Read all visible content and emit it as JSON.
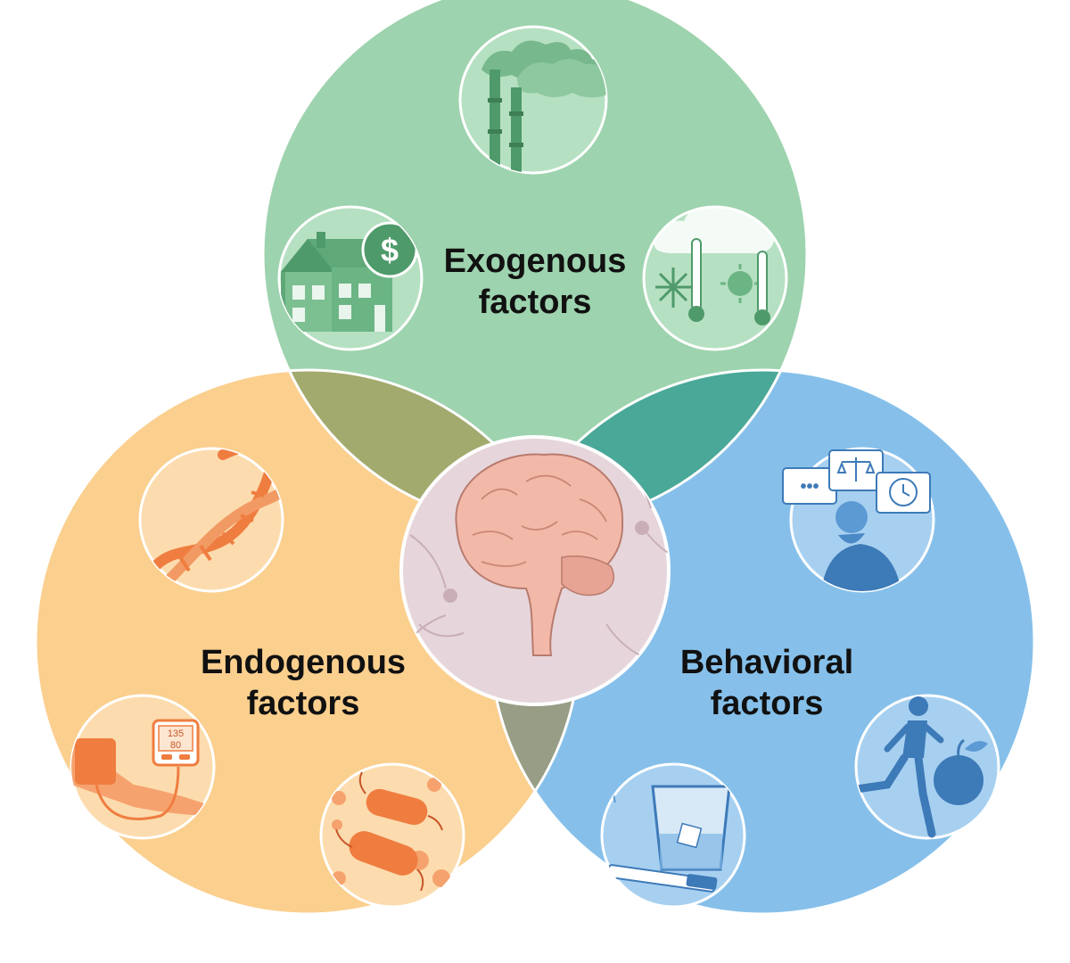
{
  "exogenous": {
    "line1": "Exogenous",
    "line2": "factors",
    "color": "#9dd3ae",
    "icons": [
      "factory-smokestacks-icon",
      "house-money-icon",
      "climate-temperature-icon"
    ]
  },
  "endogenous": {
    "line1": "Endogenous",
    "line2": "factors",
    "color": "#fbcf8e",
    "icons": [
      "dna-helix-icon",
      "blood-pressure-monitor-icon",
      "bacteria-icon"
    ]
  },
  "behavioral": {
    "line1": "Behavioral",
    "line2": "factors",
    "color": "#86c0ea",
    "icons": [
      "stressed-person-icon",
      "runner-apple-icon",
      "alcohol-cigarette-icon"
    ]
  },
  "bp_monitor": {
    "systolic": "135",
    "diastolic": "80"
  },
  "center": {
    "icon": "brain-neurons-icon"
  },
  "overlap_colors": {
    "exo_endo": "#a3aa6e",
    "exo_beh": "#4aa898",
    "endo_beh": "#989d85"
  }
}
